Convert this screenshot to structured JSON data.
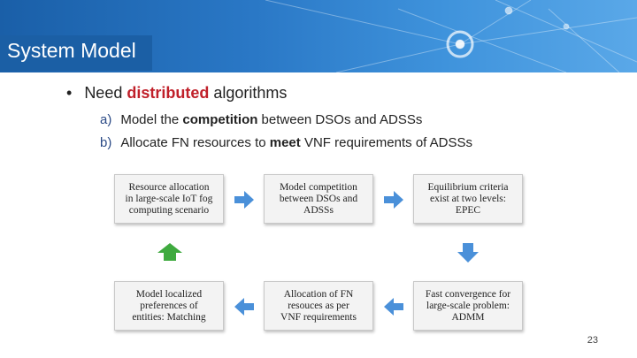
{
  "title": "System Model",
  "bullet": {
    "before": "Need ",
    "highlight": "distributed",
    "after": " algorithms"
  },
  "subitems": [
    {
      "num": "a)",
      "t1": "Model the ",
      "b": "competition",
      "t2": " between DSOs and ADSSs"
    },
    {
      "num": "b)",
      "t1": "Allocate FN resources to ",
      "b": "meet",
      "t2": " VNF requirements of ADSSs"
    }
  ],
  "flow": {
    "box1": "Resource allocation\nin large-scale IoT fog\ncomputing scenario",
    "box2": "Model competition\nbetween DSOs and\nADSSs",
    "box3": "Equilibrium criteria\nexist at two levels:\nEPEC",
    "box4": "Fast convergence for\nlarge-scale problem:\nADMM",
    "box5": "Allocation of FN\nresouces as per\nVNF requirements",
    "box6": "Model localized\npreferences of\nentities: Matching"
  },
  "colors": {
    "arrow_blue": "#4a90d9",
    "arrow_green": "#3faa3f",
    "highlight_red": "#c0202a",
    "header": "#2a78c6"
  },
  "page_number": "23"
}
